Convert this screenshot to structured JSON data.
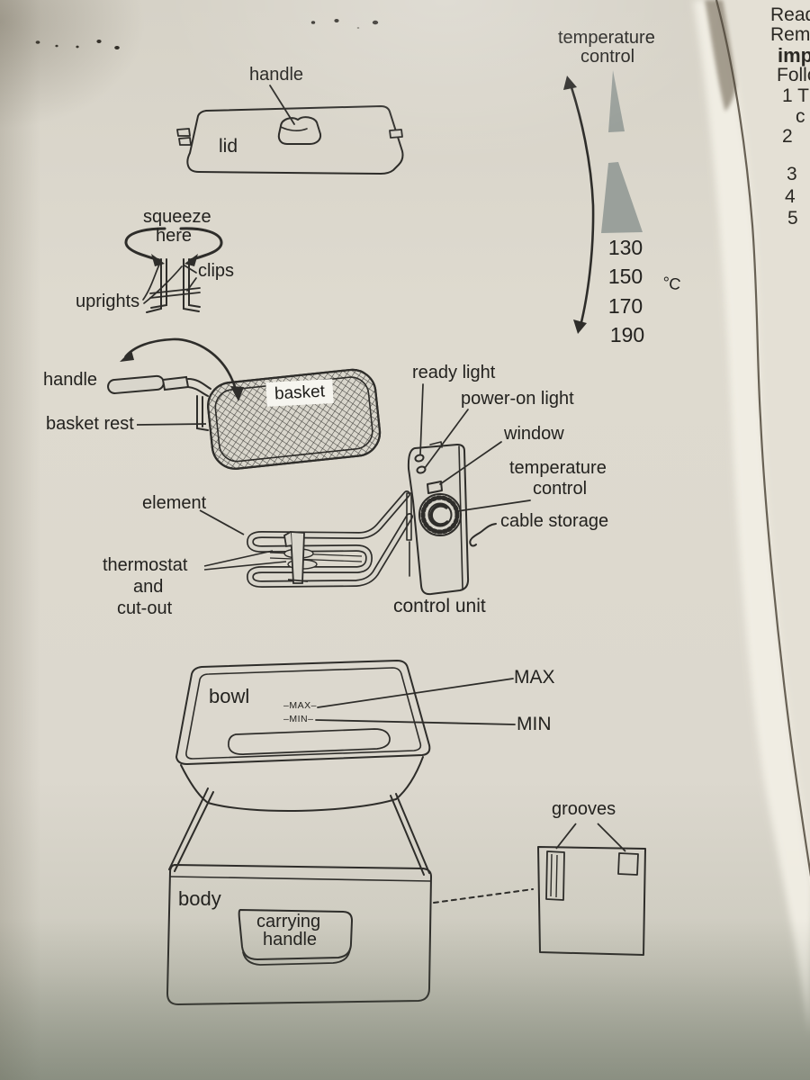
{
  "page": {
    "background": "#dbd7cd",
    "ink": "#2e2d2a",
    "shade_grey": "#9aa09b",
    "paper_highlight": "#f3f0e6"
  },
  "diagram": {
    "lid": {
      "handle_label": "handle",
      "lid_label": "lid"
    },
    "temperature_scale": {
      "title_line1": "temperature",
      "title_line2": "control",
      "values": [
        "130",
        "150",
        "170",
        "190"
      ],
      "unit": "°C"
    },
    "clips_assembly": {
      "squeeze_line1": "squeeze",
      "squeeze_line2": "here",
      "clips_label": "clips",
      "uprights_label": "uprights"
    },
    "basket_assembly": {
      "handle_label": "handle",
      "basket_label": "basket",
      "basket_rest_label": "basket rest"
    },
    "control_unit": {
      "ready_light_label": "ready light",
      "power_on_light_label": "power-on light",
      "window_label": "window",
      "temp_line1": "temperature",
      "temp_line2": "control",
      "cable_storage_label": "cable storage",
      "control_unit_label": "control unit"
    },
    "element_assembly": {
      "element_label": "element",
      "thermostat_line1": "thermostat",
      "thermostat_line2": "and",
      "thermostat_line3": "cut-out"
    },
    "bowl": {
      "bowl_label": "bowl",
      "max_marking": "–MAX–",
      "min_marking": "–MIN–",
      "max_label": "MAX",
      "min_label": "MIN"
    },
    "body": {
      "body_label": "body",
      "carrying_line1": "carrying",
      "carrying_line2": "handle",
      "grooves_label": "grooves"
    }
  },
  "side_page": {
    "lines": [
      "Read",
      "Remo",
      "imp",
      "Follo",
      "1 T",
      "c",
      "2",
      "3",
      "4",
      "5"
    ]
  }
}
